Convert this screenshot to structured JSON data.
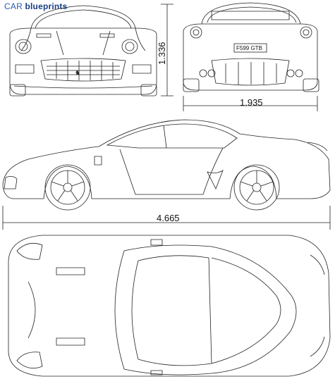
{
  "logo": {
    "part1": "CAR ",
    "part2": "blueprints"
  },
  "dimensions": {
    "height": "1.336",
    "width": "1.935",
    "length": "4.665"
  },
  "plate_text": "F599 GTB"
}
